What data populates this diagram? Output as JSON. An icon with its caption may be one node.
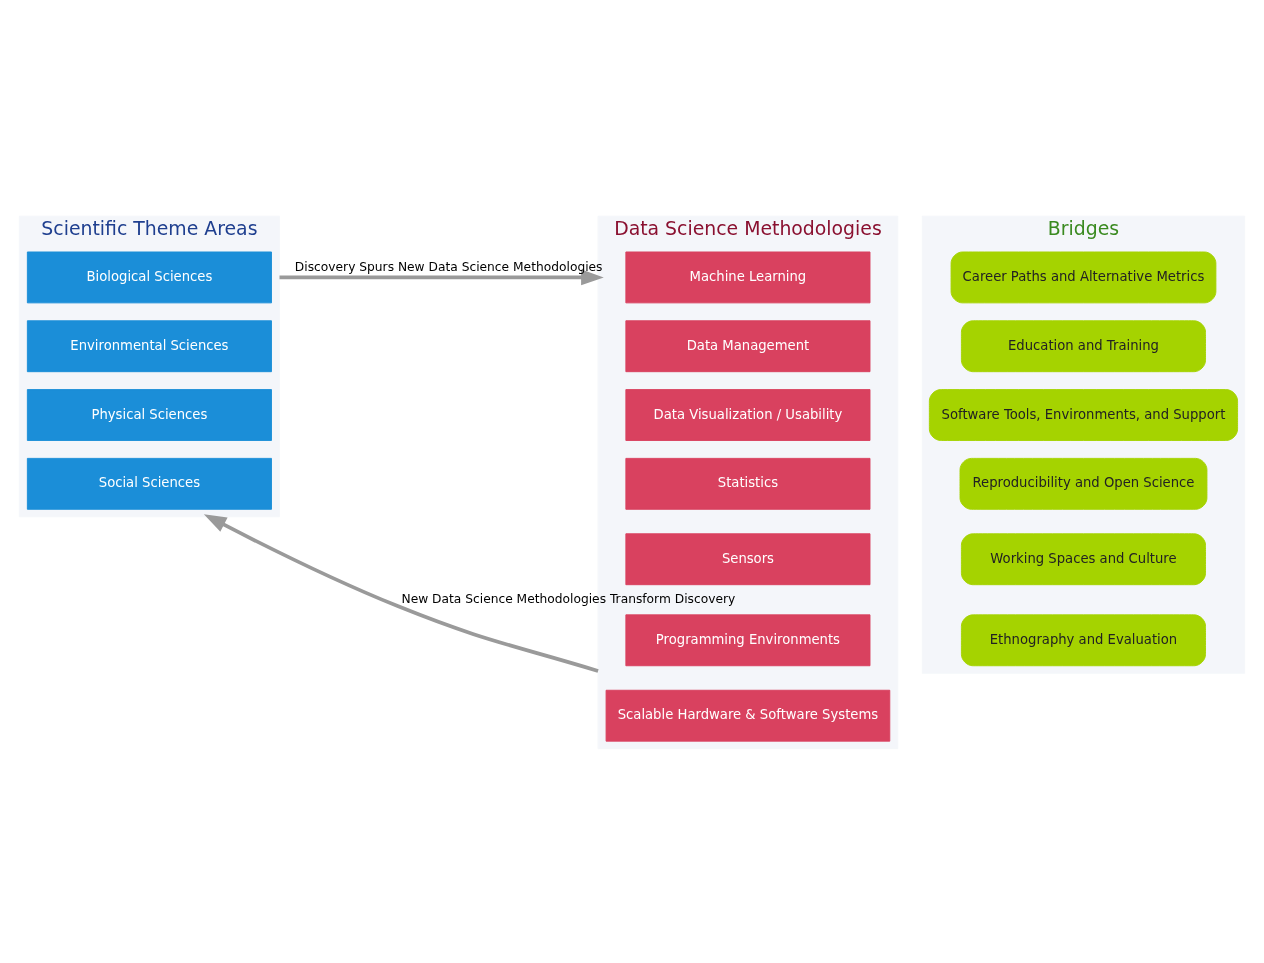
{
  "diagram": {
    "nodes": [
      {
        "text": [
          "Scientific Theme Areas"
        ]
      },
      {
        "text": [
          "Biological Sciences"
        ],
        "in": 0
      },
      {
        "text": [
          "Environmental Sciences"
        ],
        "in": 0
      },
      {
        "text": [
          "Physical Sciences"
        ],
        "in": 0
      },
      {
        "text": [
          "Social Sciences"
        ],
        "in": 0
      },
      {
        "text": [
          "Bridges"
        ]
      },
      {
        "text": [
          "Career Paths and Alternative Metrics"
        ],
        "in": 5
      },
      {
        "text": [
          "Education and Training"
        ],
        "in": 5
      },
      {
        "text": [
          "Software Tools, Environments, and Support"
        ],
        "in": 5
      },
      {
        "text": [
          "Reproducibility and Open Science"
        ],
        "in": 5
      },
      {
        "text": [
          "Working Spaces and Culture"
        ],
        "in": 5
      },
      {
        "text": [
          "Ethnography and Evaluation"
        ],
        "in": 5
      },
      {
        "text": [
          "Data Science Methodologies"
        ]
      },
      {
        "text": [
          "Machine Learning"
        ],
        "in": 12
      },
      {
        "text": [
          "Data Management"
        ],
        "in": 12
      },
      {
        "text": [
          "Data Visualization / Usability"
        ],
        "in": 12
      },
      {
        "text": [
          "Statistics"
        ],
        "in": 12
      },
      {
        "text": [
          "Sensors"
        ],
        "in": 12
      },
      {
        "text": [
          "Programming Environments"
        ],
        "in": 12
      },
      {
        "text": [
          "Scalable Hardware & Software Systems"
        ],
        "in": 12
      }
    ],
    "edges": [
      {
        "from": 0,
        "to": 12,
        "arrow": "to",
        "label": "Discovery Spurs New Data Science Methodologies"
      },
      {
        "from": 12,
        "to": 0,
        "arrow": "to",
        "label": "New Data Science Methodologies Transform Discovery"
      }
    ]
  }
}
